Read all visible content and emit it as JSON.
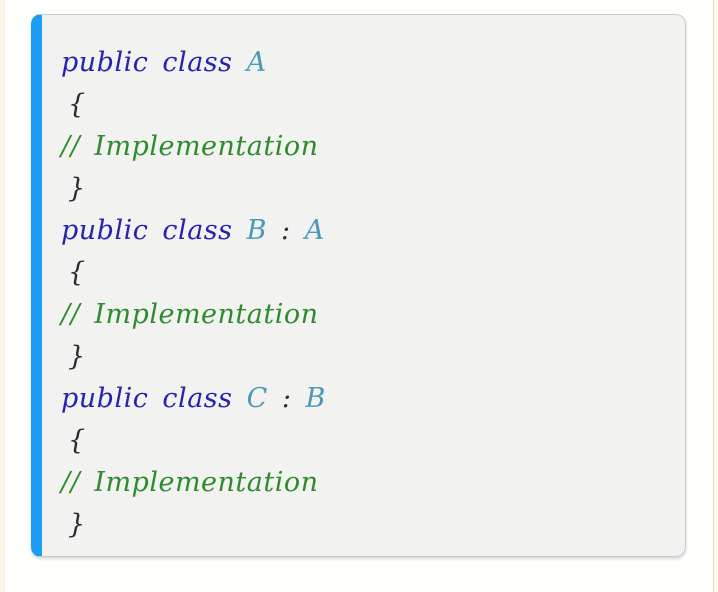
{
  "colors": {
    "accent_blue": "#1a9df4",
    "card_background": "#f2f2f0",
    "card_border": "#c9c9c9",
    "page_background": "#fcf7e9",
    "panel_background": "#fffffe",
    "keyword_color": "#2823ae",
    "type_name_color": "#4a99b8",
    "comment_color": "#2e8b2e",
    "punctuation_color": "#2d2d2d"
  },
  "code": {
    "lines": [
      {
        "indent": false,
        "segments": [
          {
            "t": "public class ",
            "c": "keyword"
          },
          {
            "t": "A",
            "c": "type"
          }
        ]
      },
      {
        "indent": true,
        "segments": [
          {
            "t": "{",
            "c": "plain"
          }
        ]
      },
      {
        "indent": false,
        "segments": [
          {
            "t": "// Implementation",
            "c": "comment"
          }
        ]
      },
      {
        "indent": true,
        "segments": [
          {
            "t": "}",
            "c": "plain"
          }
        ]
      },
      {
        "indent": false,
        "segments": [
          {
            "t": "public class ",
            "c": "keyword"
          },
          {
            "t": "B",
            "c": "type"
          },
          {
            "t": " : ",
            "c": "plain"
          },
          {
            "t": "A",
            "c": "type"
          }
        ]
      },
      {
        "indent": true,
        "segments": [
          {
            "t": "{",
            "c": "plain"
          }
        ]
      },
      {
        "indent": false,
        "segments": [
          {
            "t": "// Implementation",
            "c": "comment"
          }
        ]
      },
      {
        "indent": true,
        "segments": [
          {
            "t": "}",
            "c": "plain"
          }
        ]
      },
      {
        "indent": false,
        "segments": [
          {
            "t": "public class ",
            "c": "keyword"
          },
          {
            "t": "C",
            "c": "type"
          },
          {
            "t": " : ",
            "c": "plain"
          },
          {
            "t": "B",
            "c": "type"
          }
        ]
      },
      {
        "indent": true,
        "segments": [
          {
            "t": "{",
            "c": "plain"
          }
        ]
      },
      {
        "indent": false,
        "segments": [
          {
            "t": "// Implementation",
            "c": "comment"
          }
        ]
      },
      {
        "indent": true,
        "segments": [
          {
            "t": "}",
            "c": "plain"
          }
        ]
      }
    ]
  }
}
